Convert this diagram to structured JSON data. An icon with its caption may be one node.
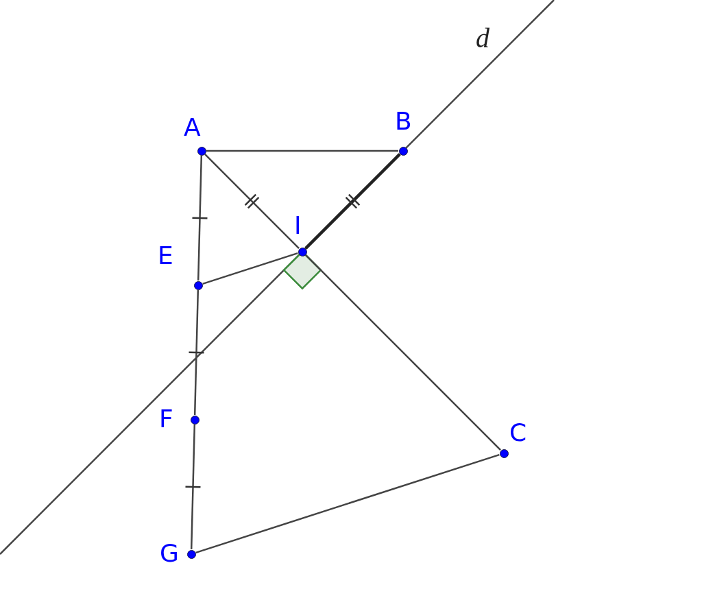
{
  "diagram": {
    "nodes": [
      {
        "text": [
          "A"
        ]
      },
      {
        "text": [
          "B"
        ]
      },
      {
        "text": [
          "I"
        ]
      },
      {
        "text": [
          "E"
        ]
      },
      {
        "text": [
          "F"
        ]
      },
      {
        "text": [
          "C"
        ]
      },
      {
        "text": [
          "G"
        ]
      }
    ],
    "edges": [
      {
        "from": 0,
        "to": 1,
        "arrow": "none"
      },
      {
        "from": 0,
        "to": 2,
        "arrow": "none"
      },
      {
        "from": 1,
        "to": 2,
        "arrow": "none",
        "style": "thick"
      },
      {
        "from": 2,
        "to": 5,
        "arrow": "none"
      },
      {
        "from": 3,
        "to": 2,
        "arrow": "none"
      },
      {
        "from": 0,
        "to": 3,
        "arrow": "none"
      },
      {
        "from": 3,
        "to": 4,
        "arrow": "none"
      },
      {
        "from": 4,
        "to": 6,
        "arrow": "none"
      },
      {
        "from": 6,
        "to": 5,
        "arrow": "none"
      }
    ],
    "labels": [
      "d"
    ]
  }
}
